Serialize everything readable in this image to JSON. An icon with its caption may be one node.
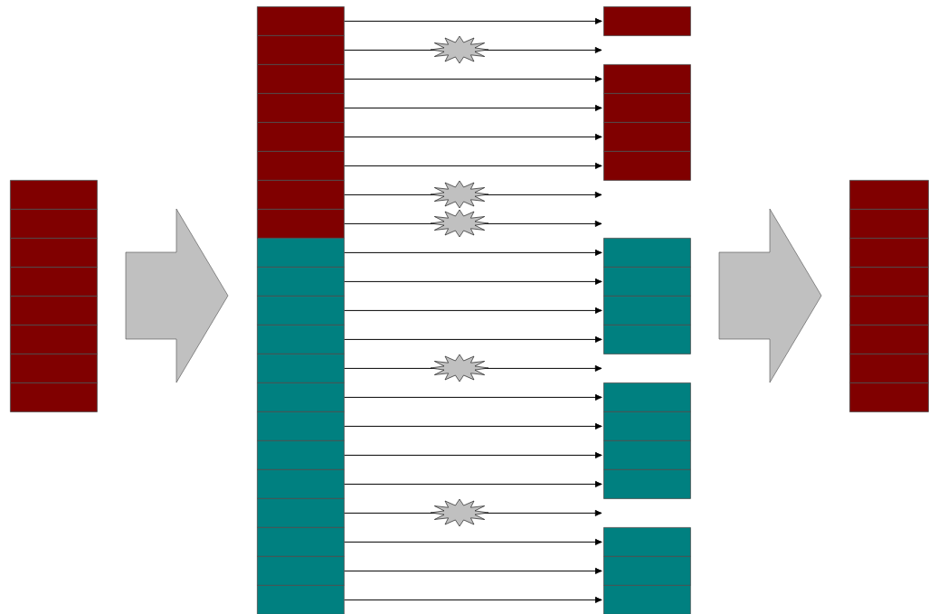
{
  "diagram": {
    "nodes": [
      {
        "text": [],
        "shape": "box"
      },
      {
        "text": [],
        "shape": "box"
      },
      {
        "text": [],
        "shape": "box"
      },
      {
        "text": [],
        "shape": "box"
      },
      {
        "text": [],
        "shape": "box"
      },
      {
        "text": [],
        "shape": "box"
      },
      {
        "text": [],
        "shape": "box"
      },
      {
        "text": [],
        "shape": "box"
      },
      {
        "text": [],
        "shape": "arrow"
      },
      {
        "text": [],
        "shape": "box"
      },
      {
        "text": [],
        "shape": "box"
      },
      {
        "text": [],
        "shape": "box"
      },
      {
        "text": [],
        "shape": "box"
      },
      {
        "text": [],
        "shape": "box"
      },
      {
        "text": [],
        "shape": "box"
      },
      {
        "text": [],
        "shape": "box"
      },
      {
        "text": [],
        "shape": "box"
      },
      {
        "text": [],
        "shape": "box"
      },
      {
        "text": [],
        "shape": "box"
      },
      {
        "text": [],
        "shape": "box"
      },
      {
        "text": [],
        "shape": "box"
      },
      {
        "text": [],
        "shape": "box"
      },
      {
        "text": [],
        "shape": "box"
      },
      {
        "text": [],
        "shape": "box"
      },
      {
        "text": [],
        "shape": "box"
      },
      {
        "text": [],
        "shape": "box"
      },
      {
        "text": [],
        "shape": "box"
      },
      {
        "text": [],
        "shape": "box"
      },
      {
        "text": [],
        "shape": "box"
      },
      {
        "text": [],
        "shape": "box"
      },
      {
        "text": [],
        "shape": "box"
      },
      {
        "text": [],
        "shape": "box"
      },
      {
        "text": [],
        "shape": "box"
      },
      {
        "text": [],
        "shape": "box"
      },
      {
        "text": [],
        "shape": "box"
      },
      {
        "text": [],
        "shape": "box"
      },
      {
        "text": [],
        "shape": "box"
      },
      {
        "text": [],
        "shape": "box"
      },
      {
        "text": [],
        "shape": "box"
      },
      {
        "text": [],
        "shape": "box"
      },
      {
        "text": [],
        "shape": "box"
      },
      {
        "text": [],
        "shape": "box"
      },
      {
        "text": [],
        "shape": "box"
      },
      {
        "text": [],
        "shape": "box"
      },
      {
        "text": [],
        "shape": "box"
      },
      {
        "text": [],
        "shape": "box"
      },
      {
        "text": [],
        "shape": "arrow"
      },
      {
        "text": [],
        "shape": "box"
      },
      {
        "text": [],
        "shape": "box"
      },
      {
        "text": [],
        "shape": "box"
      },
      {
        "text": [],
        "shape": "box"
      },
      {
        "text": [],
        "shape": "box"
      },
      {
        "text": [],
        "shape": "box"
      },
      {
        "text": [],
        "shape": "box"
      },
      {
        "text": [],
        "shape": "box"
      }
    ],
    "edges": [
      {
        "from": 9,
        "to": 30,
        "arrow": "to"
      },
      {
        "from": 10,
        "to": null,
        "arrow": "to"
      },
      {
        "from": 11,
        "to": 31,
        "arrow": "to"
      },
      {
        "from": 12,
        "to": 32,
        "arrow": "to"
      },
      {
        "from": 13,
        "to": 33,
        "arrow": "to"
      },
      {
        "from": 14,
        "to": 34,
        "arrow": "to"
      },
      {
        "from": 15,
        "to": null,
        "arrow": "to"
      },
      {
        "from": 16,
        "to": null,
        "arrow": "to"
      },
      {
        "from": 17,
        "to": 35,
        "arrow": "to"
      },
      {
        "from": 18,
        "to": 36,
        "arrow": "to"
      },
      {
        "from": 19,
        "to": 37,
        "arrow": "to"
      },
      {
        "from": 20,
        "to": 38,
        "arrow": "to"
      },
      {
        "from": 21,
        "to": null,
        "arrow": "to"
      },
      {
        "from": 22,
        "to": 39,
        "arrow": "to"
      },
      {
        "from": 23,
        "to": 40,
        "arrow": "to"
      },
      {
        "from": 24,
        "to": 41,
        "arrow": "to"
      },
      {
        "from": 25,
        "to": 42,
        "arrow": "to"
      },
      {
        "from": 26,
        "to": null,
        "arrow": "to"
      },
      {
        "from": 27,
        "to": 43,
        "arrow": "to"
      },
      {
        "from": 28,
        "to": 44,
        "arrow": "to"
      },
      {
        "from": 29,
        "to": 45,
        "arrow": "to"
      }
    ]
  }
}
